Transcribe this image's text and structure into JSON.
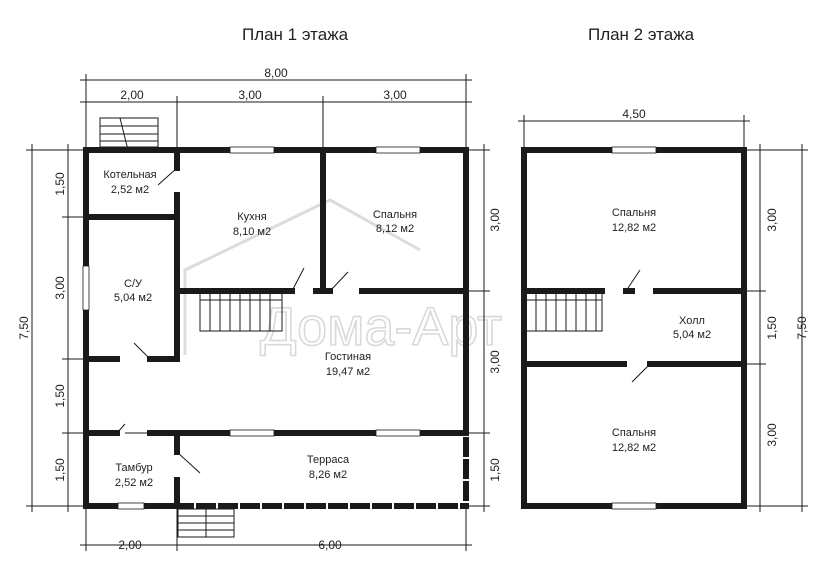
{
  "titles": {
    "floor1": "План 1 этажа",
    "floor2": "План 2 этажа"
  },
  "watermark": "Дома-Арт",
  "floor1": {
    "dims": {
      "total_width": "8,00",
      "top_a": "2,00",
      "top_b": "3,00",
      "top_c": "3,00",
      "left_a": "1,50",
      "left_b": "3,00",
      "left_c": "1,50",
      "left_d": "1,50",
      "left_total": "7,50",
      "right_a": "3,00",
      "right_b": "3,00",
      "right_c": "1,50",
      "bottom_a": "2,00",
      "bottom_b": "6,00"
    },
    "rooms": {
      "boiler": {
        "name": "Котельная",
        "area": "2,52 м2"
      },
      "kitchen": {
        "name": "Кухня",
        "area": "8,10 м2"
      },
      "bedroom": {
        "name": "Спальня",
        "area": "8,12 м2"
      },
      "bath": {
        "name": "С/У",
        "area": "5,04 м2"
      },
      "living": {
        "name": "Гостиная",
        "area": "19,47 м2"
      },
      "vestibule": {
        "name": "Тамбур",
        "area": "2,52 м2"
      },
      "terrace": {
        "name": "Терраса",
        "area": "8,26 м2"
      }
    }
  },
  "floor2": {
    "dims": {
      "top": "4,50",
      "right_a": "3,00",
      "right_b": "1,50",
      "right_c": "3,00",
      "right_total": "7,50"
    },
    "rooms": {
      "bedroom1": {
        "name": "Спальня",
        "area": "12,82 м2"
      },
      "hall": {
        "name": "Холл",
        "area": "5,04 м2"
      },
      "bedroom2": {
        "name": "Спальня",
        "area": "12,82 м2"
      }
    }
  }
}
